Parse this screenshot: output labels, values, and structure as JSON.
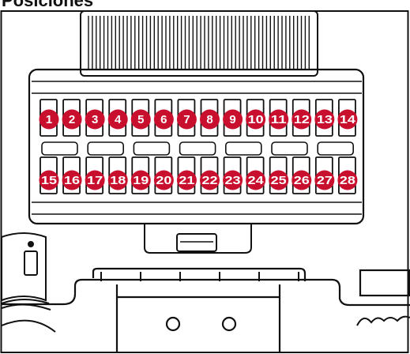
{
  "header": {
    "title": "Posiciones"
  },
  "fuses": {
    "top_row": [
      "1",
      "2",
      "3",
      "4",
      "5",
      "6",
      "7",
      "8",
      "9",
      "10",
      "11",
      "12",
      "13",
      "14"
    ],
    "bottom_row": [
      "15",
      "16",
      "17",
      "18",
      "19",
      "20",
      "21",
      "22",
      "23",
      "24",
      "25",
      "26",
      "27",
      "28"
    ]
  },
  "colors": {
    "badge": "#c8102e",
    "ink": "#111111",
    "badge_text": "#ffffff"
  },
  "icons": {
    "manual": "manual-info-icon"
  }
}
